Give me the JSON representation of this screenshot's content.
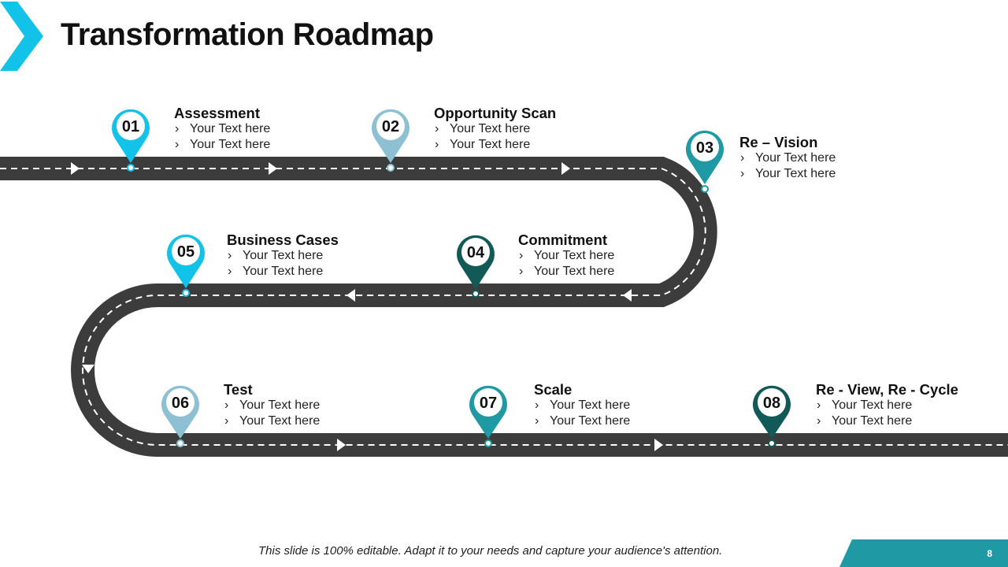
{
  "slide": {
    "title": "Transformation Roadmap",
    "footer_note": "This slide is 100% editable. Adapt it to your needs and capture your audience's attention.",
    "page_number": "8"
  },
  "colors": {
    "road": "#3c3c3c",
    "lane_line": "#ffffff",
    "accent_cyan": "#13c2e8",
    "accent_light_blue": "#8cc0d2",
    "accent_teal": "#1f9aa4",
    "accent_dark_teal": "#125a58",
    "footer_bar": "#1f9aa4"
  },
  "steps": [
    {
      "number": "01",
      "title": "Assessment",
      "items": [
        "Your Text here",
        "Your Text here"
      ],
      "color": "#13c2e8"
    },
    {
      "number": "02",
      "title": "Opportunity Scan",
      "items": [
        "Your Text here",
        "Your Text here"
      ],
      "color": "#8cc0d2"
    },
    {
      "number": "03",
      "title": "Re – Vision",
      "items": [
        "Your Text here",
        "Your Text here"
      ],
      "color": "#1f9aa4"
    },
    {
      "number": "04",
      "title": "Commitment",
      "items": [
        "Your Text here",
        "Your Text here"
      ],
      "color": "#125a58"
    },
    {
      "number": "05",
      "title": "Business Cases",
      "items": [
        "Your Text here",
        "Your Text here"
      ],
      "color": "#13c2e8"
    },
    {
      "number": "06",
      "title": "Test",
      "items": [
        "Your Text here",
        "Your Text here"
      ],
      "color": "#8cc0d2"
    },
    {
      "number": "07",
      "title": "Scale",
      "items": [
        "Your Text here",
        "Your Text here"
      ],
      "color": "#1f9aa4"
    },
    {
      "number": "08",
      "title": "Re - View, Re - Cycle",
      "items": [
        "Your Text here",
        "Your Text here"
      ],
      "color": "#125a58"
    }
  ]
}
